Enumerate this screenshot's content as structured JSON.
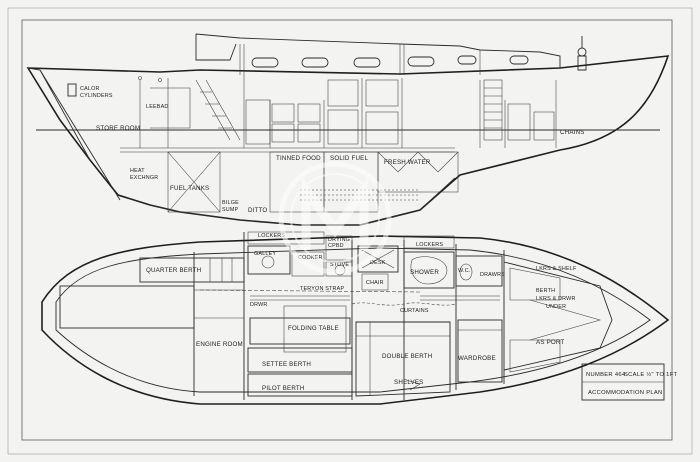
{
  "labels": {
    "calor_cylinders": [
      "CALOR",
      "CYLINDERS"
    ],
    "leebad": "LEEBAD",
    "store_room": "STORE ROOM",
    "heat_exchngr": [
      "HEAT",
      "EXCHNGR"
    ],
    "fuel_tanks": "FUEL TANKS",
    "bilge_sump": [
      "BILGE",
      "SUMP"
    ],
    "ditto": "DITTO",
    "tinned_food": "TINNED FOOD",
    "solid_fuel": "SOLID FUEL",
    "fresh_water": "FRESH WATER",
    "chains": "CHAINS",
    "lockers_left": "LOCKERS",
    "drying_cpbd": [
      "DRYING",
      "CPBD"
    ],
    "lockers_right": "LOCKERS",
    "galley": "GALLEY",
    "cooker": "COOKER",
    "stove": "STOVE",
    "desk": "DESK",
    "shower": "SHOWER",
    "wc": "W.C.",
    "drawrs": "DRAWRS",
    "lkrs_shelf": "LKRS & SHELF",
    "quarter_berth": "QUARTER BERTH",
    "teryon_strap": "TERYON STRAP",
    "chair": "CHAIR",
    "berth_lkrs": [
      "BERTH",
      "LKRS & DRWR",
      "UNDER"
    ],
    "drwr": "DRWR",
    "curtains": "CURTAINS",
    "folding_table": "FOLDING TABLE",
    "engine_room": "ENGINE ROOM",
    "as_port": "AS PORT",
    "settee_berth": "SETTEE BERTH",
    "double_berth": "DOUBLE BERTH",
    "wardrobe": "WARDROBE",
    "pilot_berth": "PILOT BERTH",
    "shelves": "SHELVES"
  },
  "title_block": {
    "number": "NUMBER 464",
    "scale": "SCALE ½\" TO 1FT",
    "plan": "ACCOMMODATION PLAN"
  },
  "colors": {
    "paper": "#f3f3f1",
    "ink": "#2b2b2b"
  }
}
